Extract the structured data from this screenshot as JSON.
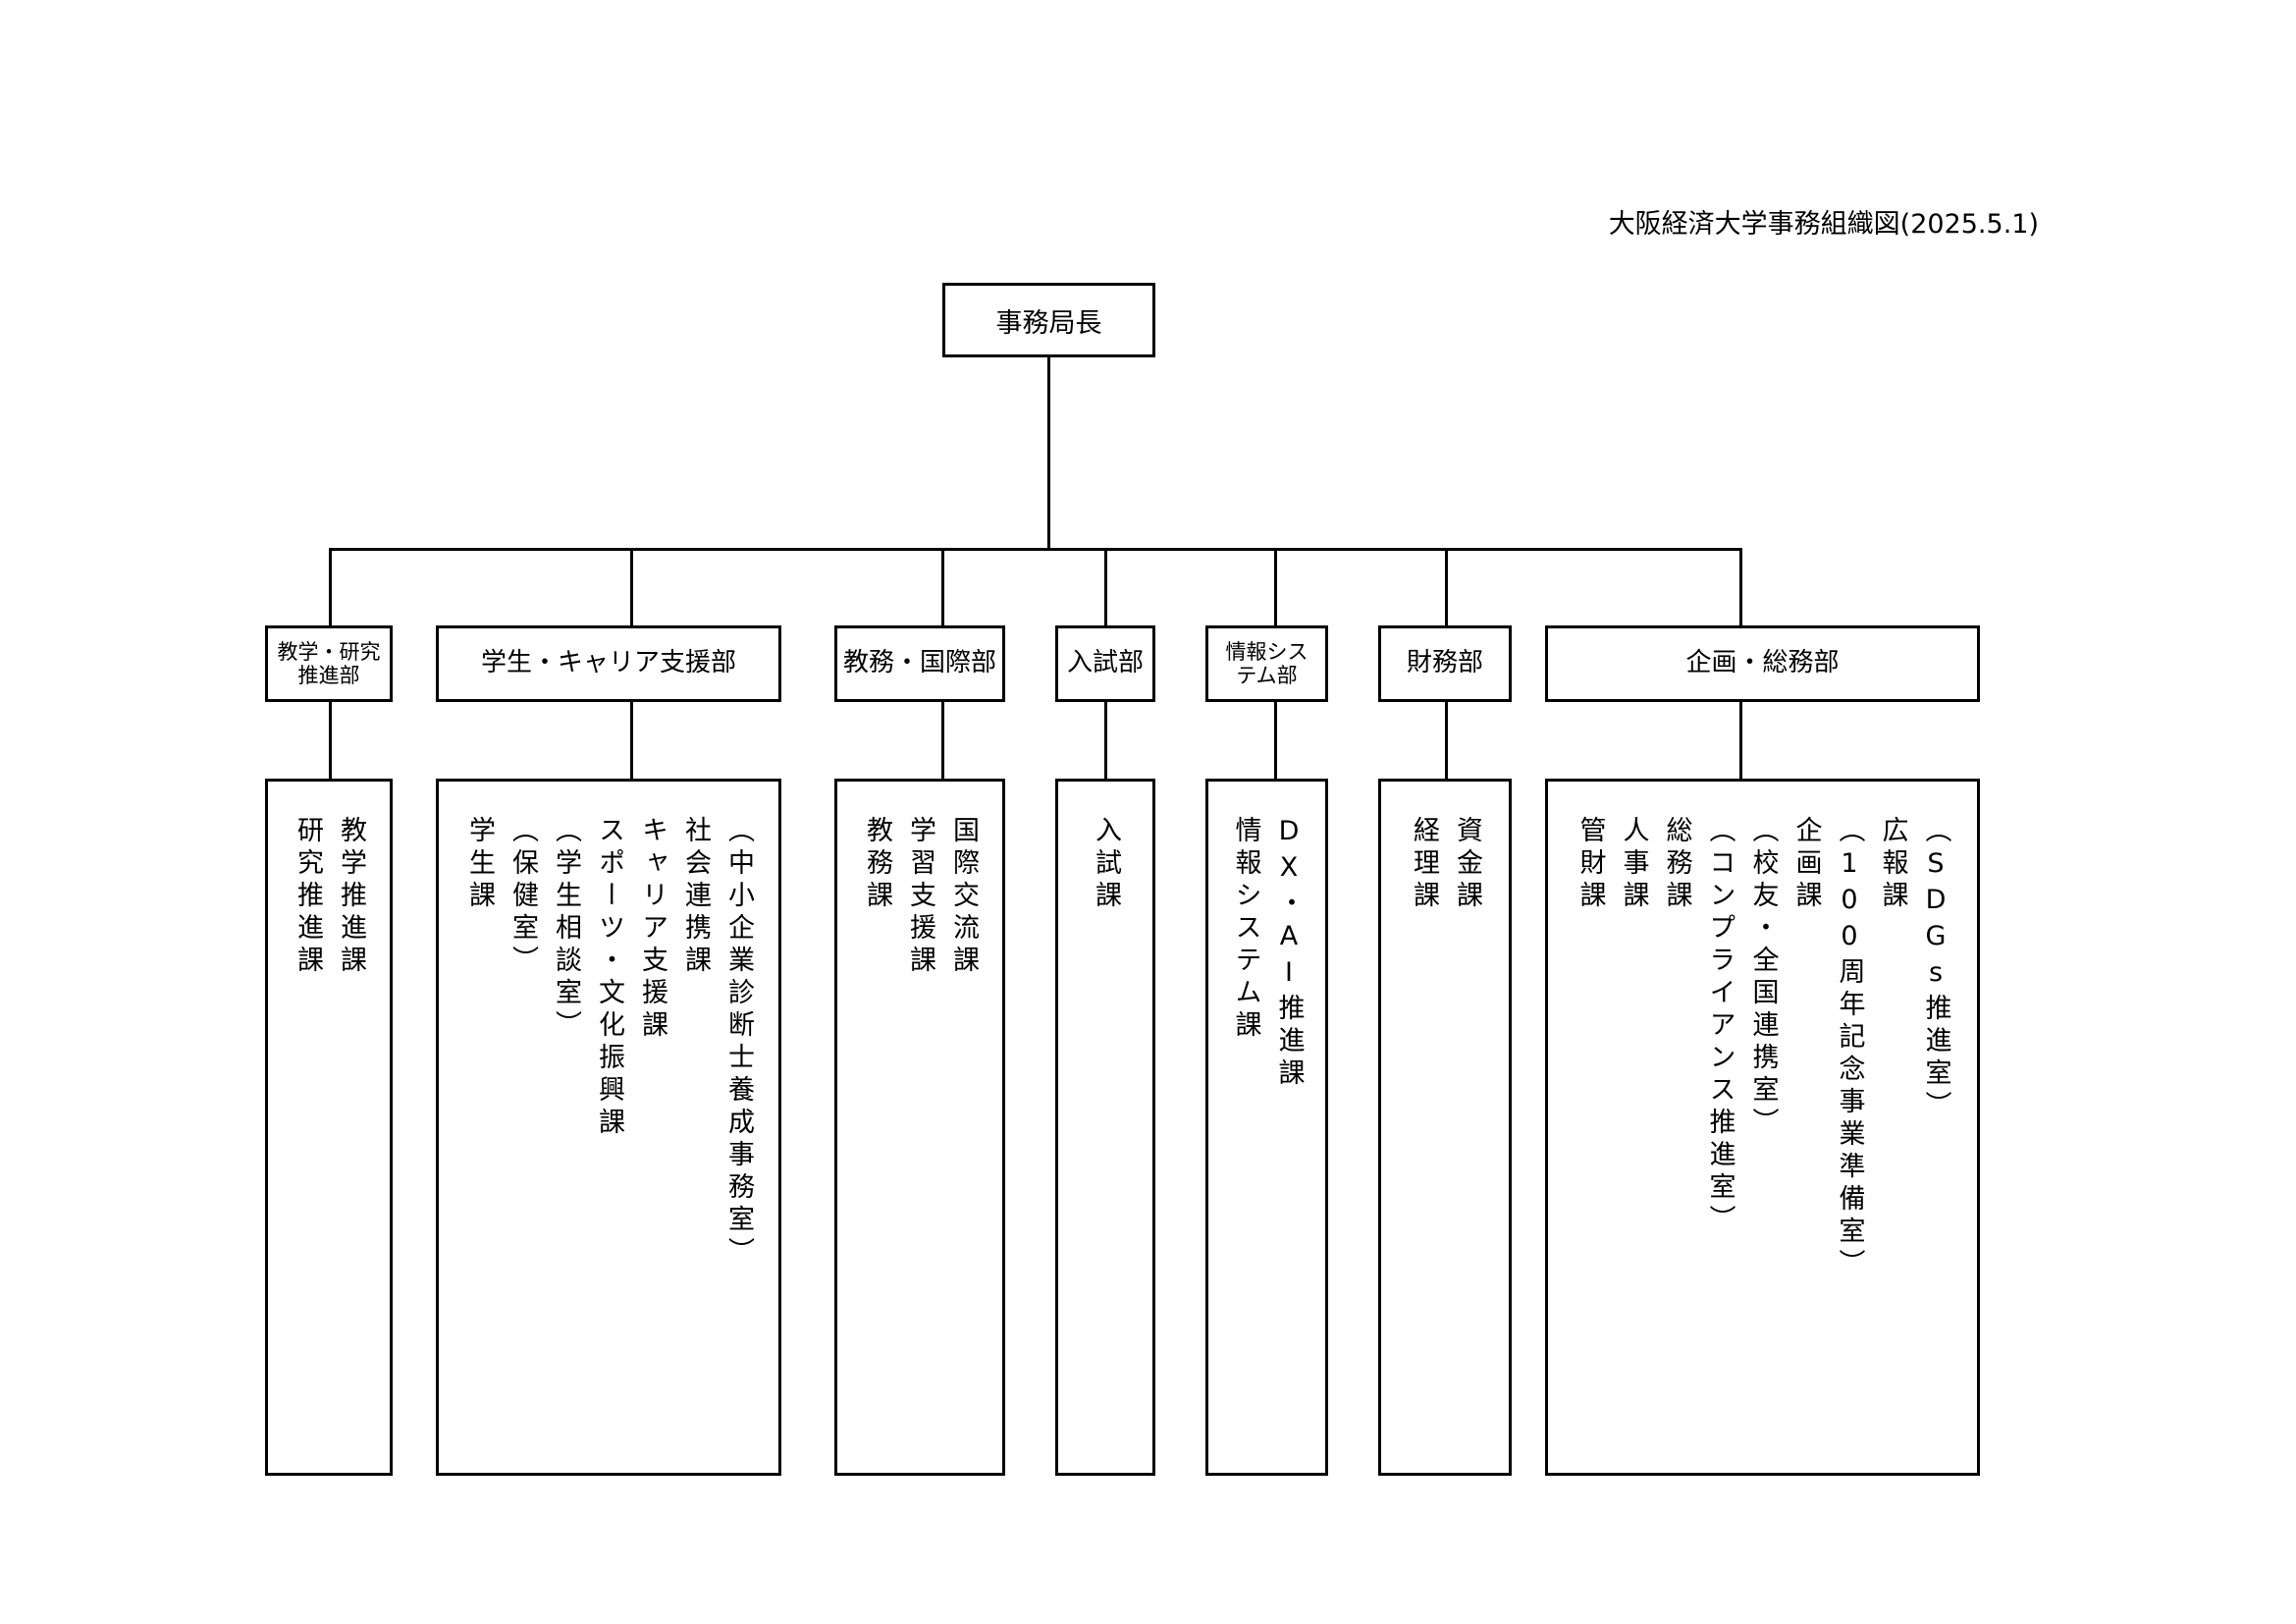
{
  "title": "大阪経済大学事務組織図(2025.5.1)",
  "head": "事務局長",
  "departments": [
    {
      "name": "教学・研究\n推進部",
      "sections": [
        "教学推進課",
        "研究推進課"
      ]
    },
    {
      "name": "学生・キャリア支援部",
      "sections": [
        "（中小企業診断士養成事務室）",
        "社会連携課",
        "キャリア支援課",
        "スポーツ・文化振興課",
        "（学生相談室）",
        "（保健室）",
        "学生課"
      ]
    },
    {
      "name": "教務・国際部",
      "sections": [
        "国際交流課",
        "学習支援課",
        "教務課"
      ]
    },
    {
      "name": "入試部",
      "sections": [
        "入試課"
      ]
    },
    {
      "name": "情報シス\nテム部",
      "sections": [
        "DX・AI推進課",
        "情報システム課"
      ]
    },
    {
      "name": "財務部",
      "sections": [
        "資金課",
        "経理課"
      ]
    },
    {
      "name": "企画・総務部",
      "sections": [
        "（SDGs推進室）",
        "広報課",
        "（100周年記念事業準備室）",
        "企画課",
        "（校友・全国連携室）",
        "（コンプライアンス推進室）",
        "総務課",
        "人事課",
        "管財課"
      ]
    }
  ]
}
